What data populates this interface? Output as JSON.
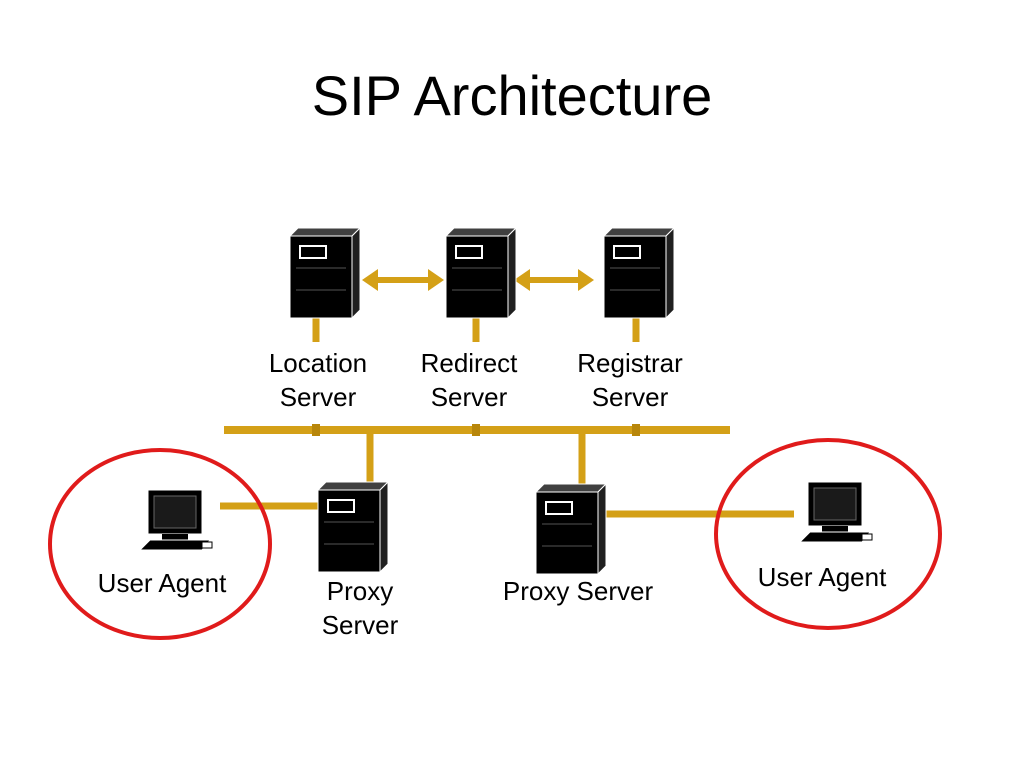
{
  "title": "SIP Architecture",
  "colors": {
    "link": "#d4a017",
    "server_body": "#000000",
    "highlight_ring": "#e01b1b"
  },
  "servers": [
    {
      "id": "location",
      "line1": "Location",
      "line2": "Server",
      "icon": "server-tower-icon"
    },
    {
      "id": "redirect",
      "line1": "Redirect",
      "line2": "Server",
      "icon": "server-tower-icon"
    },
    {
      "id": "registrar",
      "line1": "Registrar",
      "line2": "Server",
      "icon": "server-tower-icon"
    }
  ],
  "proxies": [
    {
      "id": "proxy-left",
      "line1": "Proxy",
      "line2": "Server",
      "icon": "server-tower-icon"
    },
    {
      "id": "proxy-right",
      "line1": "Proxy Server",
      "icon": "server-tower-icon"
    }
  ],
  "user_agents": [
    {
      "id": "ua-left",
      "label": "User Agent",
      "icon": "computer-icon"
    },
    {
      "id": "ua-right",
      "label": "User Agent",
      "icon": "computer-icon"
    }
  ]
}
